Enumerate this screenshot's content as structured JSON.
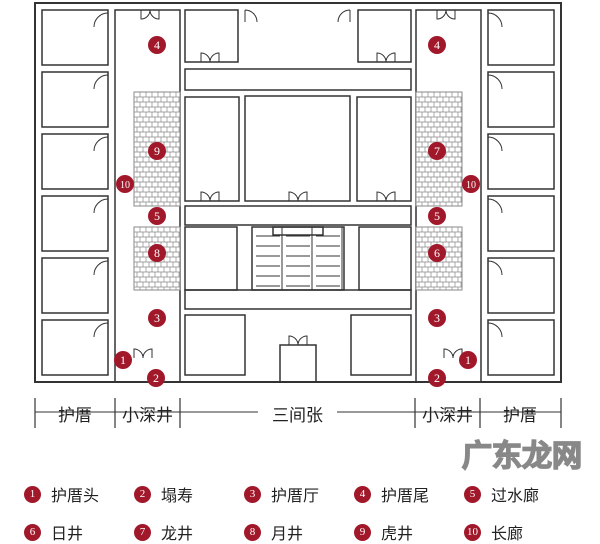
{
  "plan": {
    "left_markers": [
      "4",
      "9",
      "10",
      "5",
      "8",
      "3",
      "1",
      "2"
    ],
    "right_markers": [
      "4",
      "7",
      "10",
      "5",
      "6",
      "3",
      "1",
      "2"
    ],
    "marker_color": "#a0182a",
    "wall_color": "#333333",
    "brick_color": "#888888"
  },
  "dimensions": [
    "护厝",
    "小深井",
    "三间张",
    "小深井",
    "护厝"
  ],
  "legend": [
    {
      "num": "1",
      "label": "护厝头"
    },
    {
      "num": "2",
      "label": "塌寿"
    },
    {
      "num": "3",
      "label": "护厝厅"
    },
    {
      "num": "4",
      "label": "护厝尾"
    },
    {
      "num": "5",
      "label": "过水廊"
    },
    {
      "num": "6",
      "label": "日井"
    },
    {
      "num": "7",
      "label": "龙井"
    },
    {
      "num": "8",
      "label": "月井"
    },
    {
      "num": "9",
      "label": "虎井"
    },
    {
      "num": "10",
      "label": "长廊"
    }
  ],
  "watermark": "广东龙网"
}
